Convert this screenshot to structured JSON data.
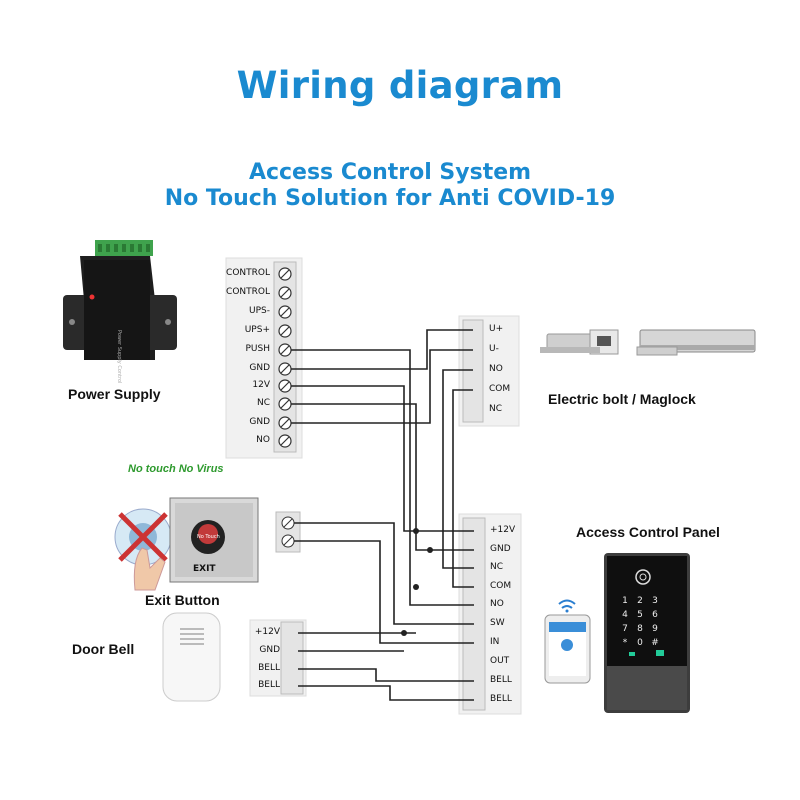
{
  "title": "Wiring diagram",
  "subtitle_line1": "Access Control System",
  "subtitle_line2": "No Touch Solution for Anti COVID-19",
  "labels": {
    "power_supply": "Power Supply",
    "electric_bolt": "Electric bolt / Maglock",
    "access_panel": "Access Control Panel",
    "exit_button": "Exit Button",
    "no_virus": "No touch  No Virus",
    "door_bell": "Door Bell",
    "exit_sign": "EXIT",
    "no_touch": "No Touch"
  },
  "power_terminals": [
    "CONTROL",
    "CONTROL",
    "UPS-",
    "UPS+",
    "PUSH",
    "GND",
    "12V",
    "NC",
    "GND",
    "NO"
  ],
  "lock_terminals": [
    "U+",
    "U-",
    "NO",
    "COM",
    "NC"
  ],
  "panel_terminals": [
    "+12V",
    "GND",
    "NC",
    "COM",
    "NO",
    "SW",
    "IN",
    "OUT",
    "BELL",
    "BELL"
  ],
  "bell_terminals": [
    "+12V",
    "GND",
    "BELL",
    "BELL"
  ],
  "keypad_keys": [
    "1",
    "2",
    "3",
    "4",
    "5",
    "6",
    "7",
    "8",
    "9",
    "*",
    "0",
    "#"
  ],
  "colors": {
    "accent": "#1a8ad0",
    "wire": "#222222",
    "terminal": "#f2f2f2"
  }
}
